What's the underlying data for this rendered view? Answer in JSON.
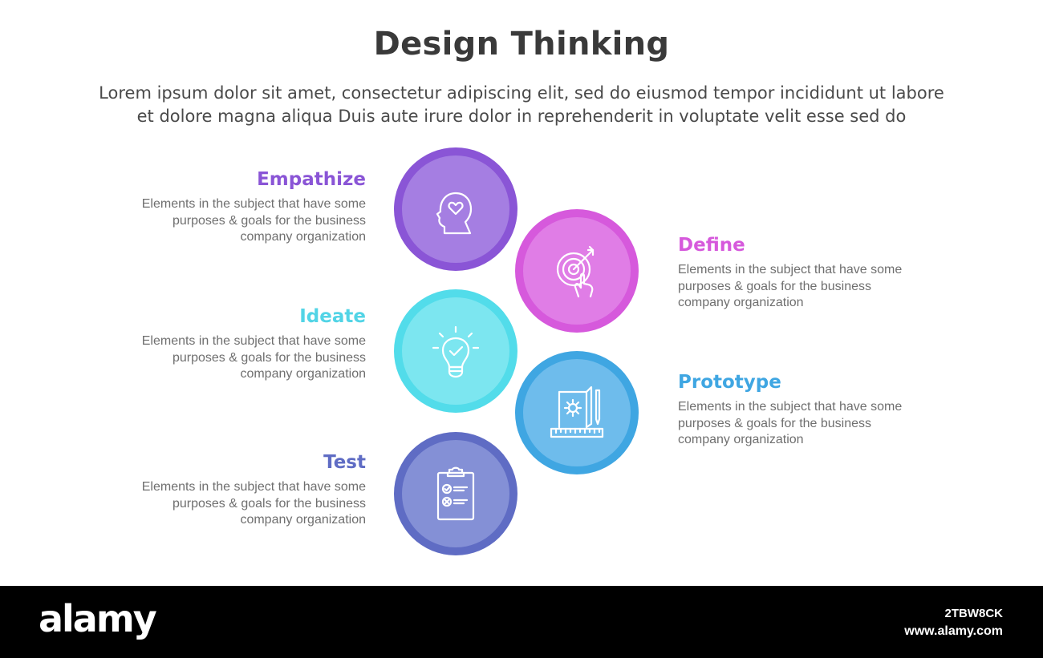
{
  "header": {
    "title": "Design Thinking",
    "subtitle_line1": "Lorem ipsum dolor sit amet, consectetur adipiscing elit, sed do eiusmod tempor incididunt ut labore",
    "subtitle_line2": "et dolore magna aliqua Duis aute irure dolor in reprehenderit in voluptate velit esse sed do"
  },
  "steps": {
    "empathize": {
      "title": "Empathize",
      "color": "#8a55d6",
      "icon": "head-heart-icon",
      "line1": "Elements in the subject that have some",
      "line2": "purposes & goals  for the  business",
      "line3": "company organization"
    },
    "define": {
      "title": "Define",
      "color": "#d659dc",
      "icon": "target-arrow-hand-icon",
      "line1": "Elements in the subject that have some",
      "line2": "purposes & goals  for the  business",
      "line3": "company organization"
    },
    "ideate": {
      "title": "Ideate",
      "color": "#52dcea",
      "icon": "lightbulb-check-icon",
      "line1": "Elements in the subject that have some",
      "line2": "purposes & goals  for the  business",
      "line3": "company organization"
    },
    "prototype": {
      "title": "Prototype",
      "color": "#3fa6e2",
      "icon": "blueprint-ruler-pencil-icon",
      "line1": "Elements in the subject that have some",
      "line2": "purposes & goals  for the  business",
      "line3": "company organization"
    },
    "test": {
      "title": "Test",
      "color": "#5f6cc4",
      "icon": "clipboard-checklist-icon",
      "line1": "Elements in the subject that have some",
      "line2": "purposes & goals  for the  business",
      "line3": "company organization"
    }
  },
  "footer": {
    "logo": "alamy",
    "image_id": "2TBW8CK",
    "url": "www.alamy.com"
  }
}
